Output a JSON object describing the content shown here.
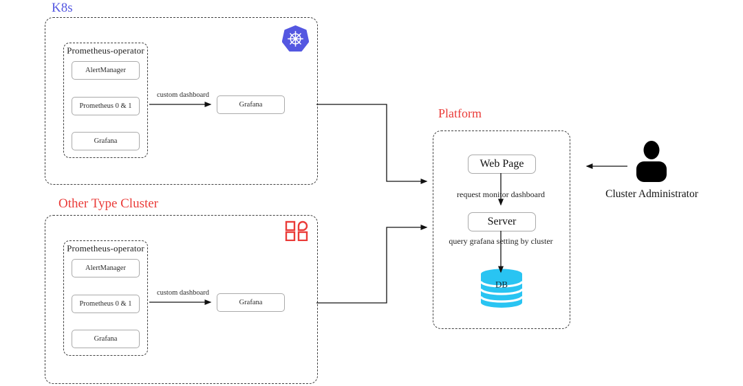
{
  "colors": {
    "k8s_blue": "#5457e1",
    "cluster_red": "#ea3b38",
    "db_cyan": "#29c4f2"
  },
  "k8s_cluster": {
    "title": "K8s",
    "icon": "kubernetes-icon",
    "operator": {
      "title": "Prometheus-operator",
      "nodes": [
        "AlertManager",
        "Prometheus 0 & 1",
        "Grafana"
      ]
    },
    "edge_label": "custom dashboard",
    "grafana_node": "Grafana"
  },
  "other_cluster": {
    "title": "Other Type Cluster",
    "icon": "app-grid-icon",
    "operator": {
      "title": "Prometheus-operator",
      "nodes": [
        "AlertManager",
        "Prometheus 0 & 1",
        "Grafana"
      ]
    },
    "edge_label": "custom dashboard",
    "grafana_node": "Grafana"
  },
  "platform": {
    "title": "Platform",
    "web_page_node": "Web Page",
    "request_edge_label": "request monitor dashboard",
    "server_node": "Server",
    "query_edge_label": "query grafana setting by cluster",
    "db_label": "DB"
  },
  "administrator": {
    "label": "Cluster Administrator",
    "icon": "person-icon"
  }
}
